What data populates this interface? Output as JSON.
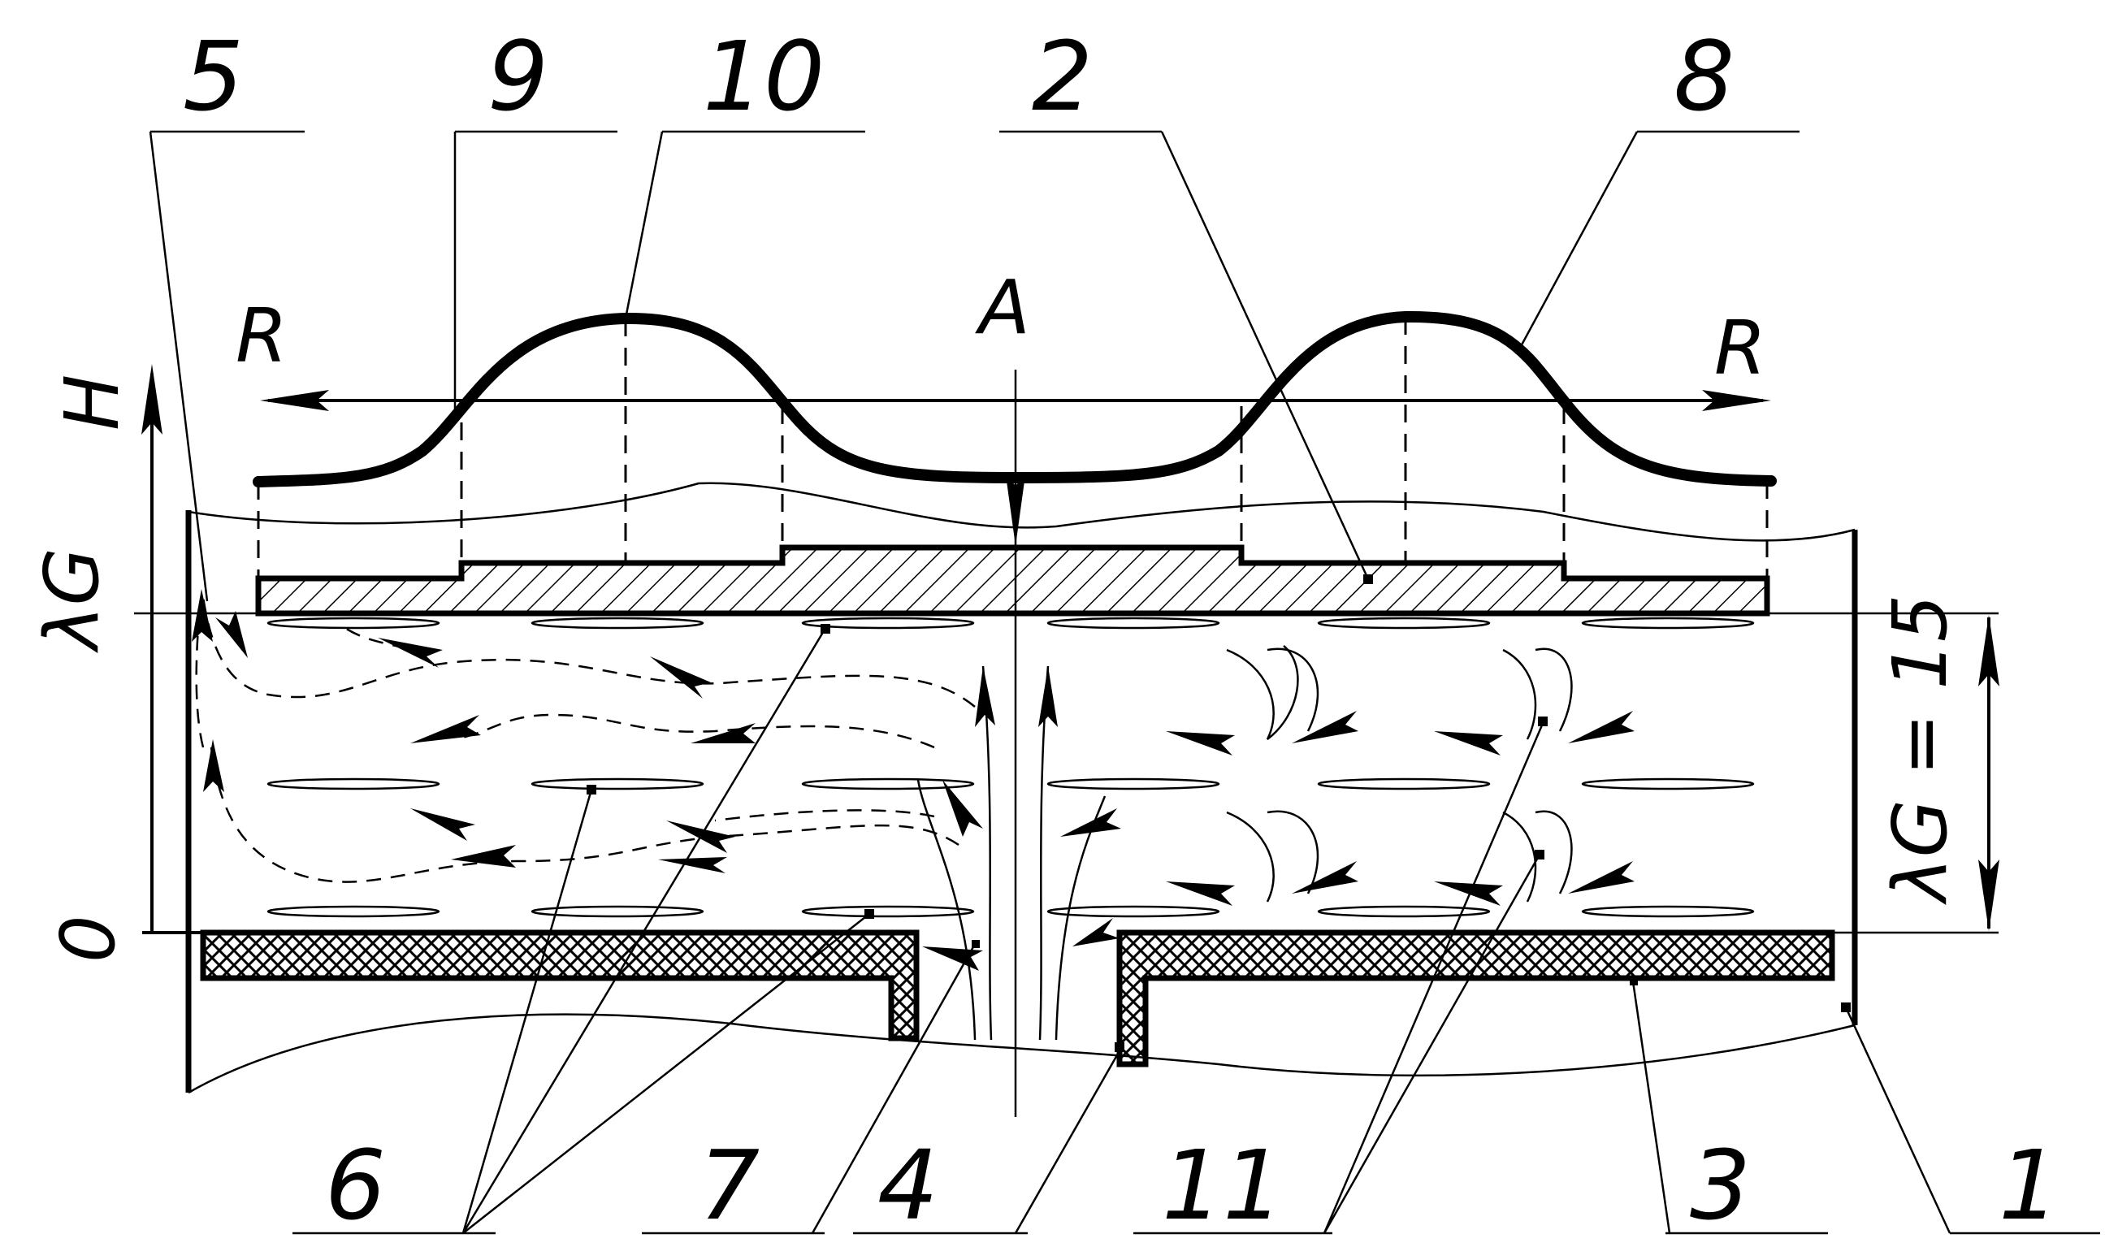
{
  "diagram": {
    "callouts": [
      "5",
      "9",
      "10",
      "2",
      "8",
      "6",
      "7",
      "4",
      "11",
      "3",
      "1"
    ],
    "axis_labels": {
      "r_left": "R",
      "r_right": "R",
      "a_top": "A",
      "h_axis": "H",
      "lambda_g": "λG",
      "zero": "0",
      "dimension": "λG = 15"
    }
  }
}
